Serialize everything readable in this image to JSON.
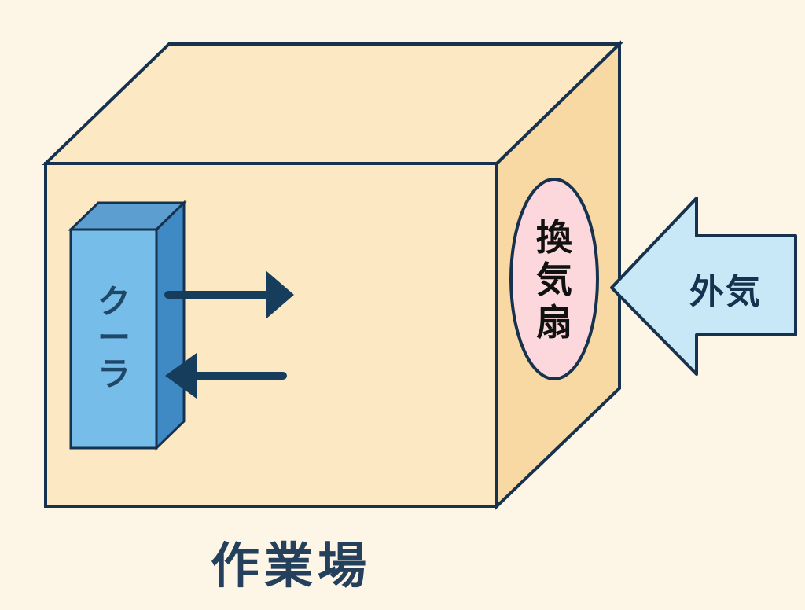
{
  "diagram": {
    "room_label": "作業場",
    "cooler_label": [
      "ク",
      "ー",
      "ラ"
    ],
    "fan_label": [
      "換",
      "気",
      "扇"
    ],
    "outside_air_label": "外気"
  },
  "colors": {
    "background": "#fdf6e6",
    "box_front": "#fce8c3",
    "box_top": "#fce8c3",
    "box_side": "#f8d9a4",
    "outline": "#17324f",
    "cooler_front": "#76bde9",
    "cooler_side": "#3f8ac4",
    "fan": "#fcd8dd",
    "outside_arrow": "#c8e7f7",
    "flow_arrow": "#163d5c"
  },
  "icons": {
    "cooler": "cooler-unit-icon",
    "fan": "ventilation-fan-icon",
    "outside_air": "outside-air-arrow-icon",
    "flow_out": "right-arrow-icon",
    "flow_in": "left-arrow-icon"
  }
}
